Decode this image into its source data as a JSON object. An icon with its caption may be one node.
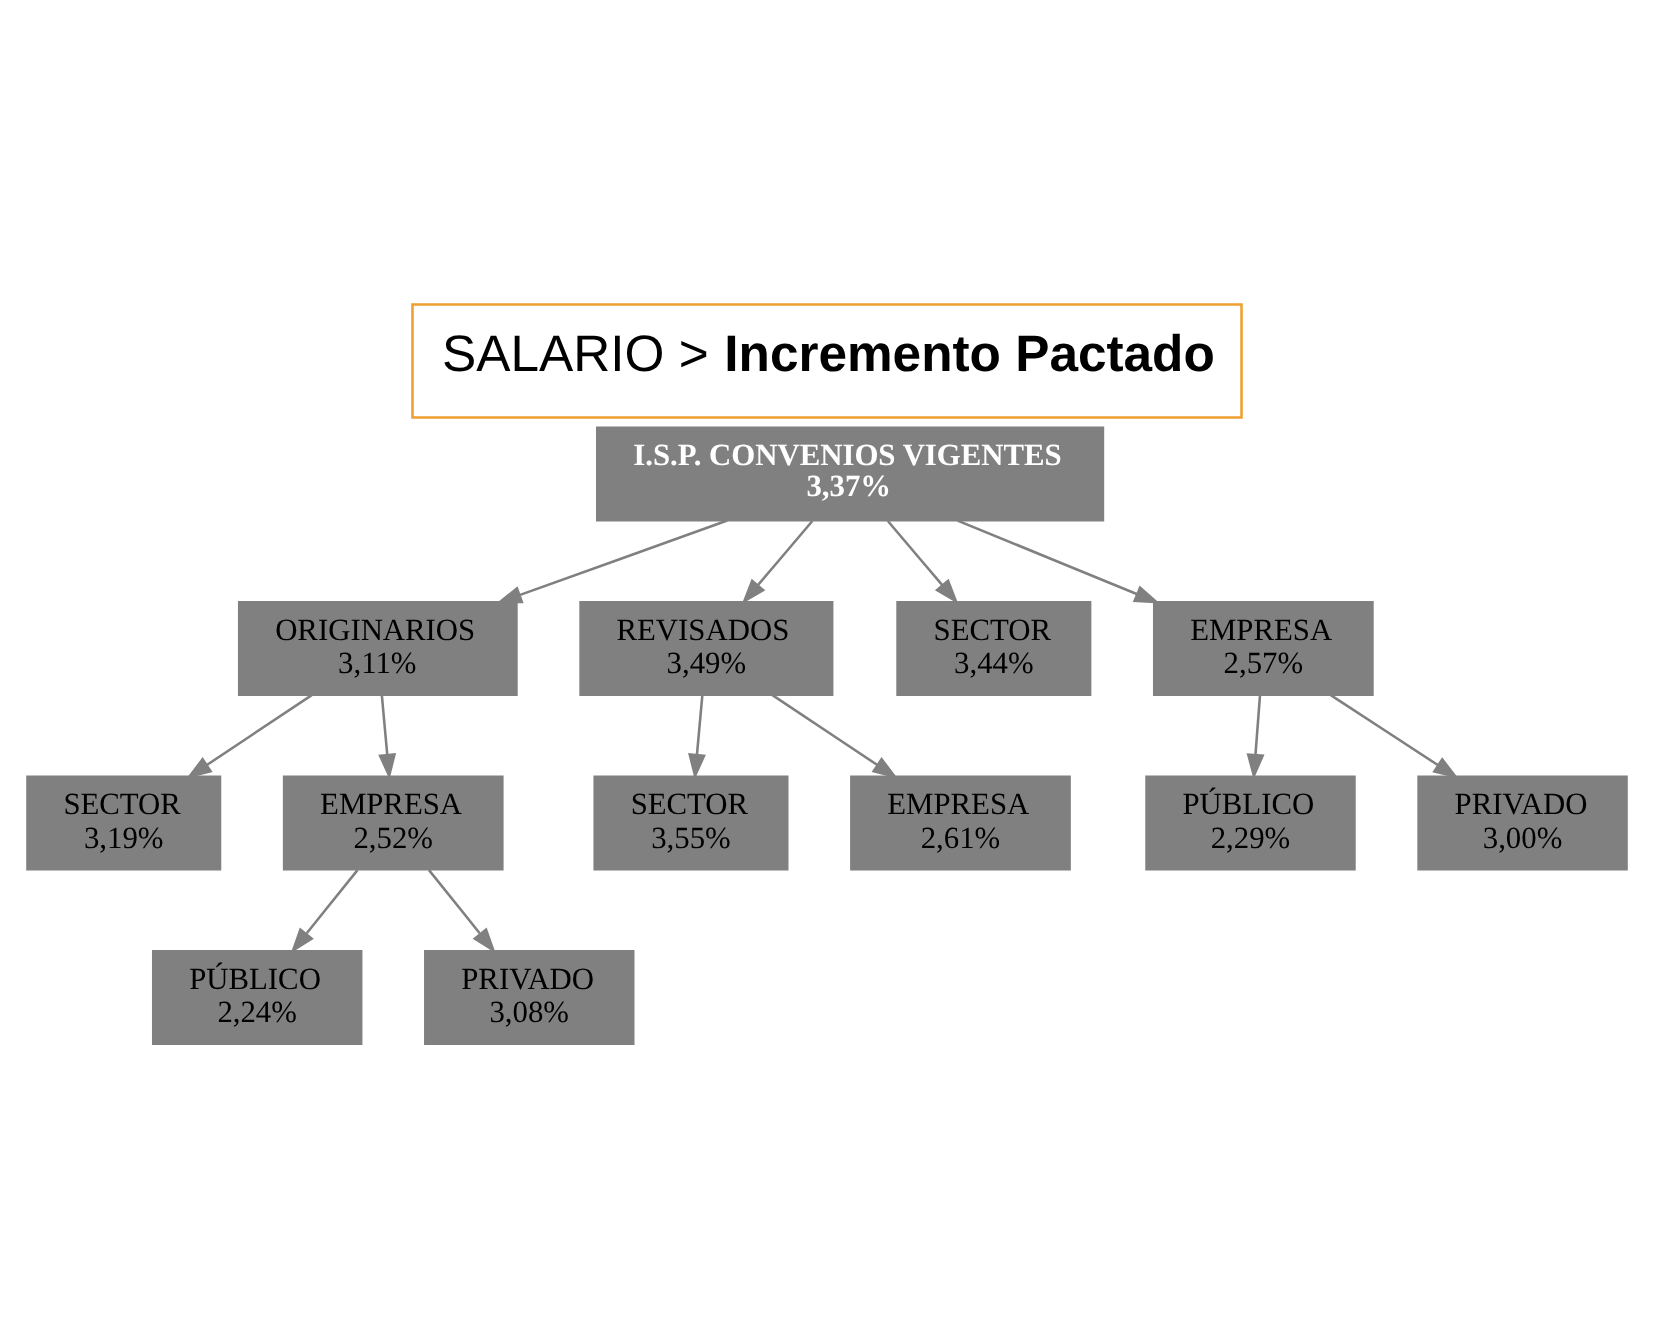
{
  "diagram": {
    "title": "SALARIO > **Incremento Pactado**",
    "nodes": [
      {
        "text": [
          "I.S.P. CONVENIOS VIGENTES",
          "3,37%"
        ]
      },
      {
        "text": [
          "ORIGINARIOS",
          "3,11%"
        ]
      },
      {
        "text": [
          "REVISADOS",
          "3,49%"
        ]
      },
      {
        "text": [
          "SECTOR",
          "3,44%"
        ]
      },
      {
        "text": [
          "EMPRESA",
          "2,57%"
        ]
      },
      {
        "text": [
          "SECTOR",
          "3,19%"
        ]
      },
      {
        "text": [
          "EMPRESA",
          "2,52%"
        ]
      },
      {
        "text": [
          "SECTOR",
          "3,55%"
        ]
      },
      {
        "text": [
          "EMPRESA",
          "2,61%"
        ]
      },
      {
        "text": [
          "PÚBLICO",
          "2,29%"
        ]
      },
      {
        "text": [
          "PRIVADO",
          "3,00%"
        ]
      },
      {
        "text": [
          "PÚBLICO",
          "2,24%"
        ]
      },
      {
        "text": [
          "PRIVADO",
          "3,08%"
        ]
      }
    ],
    "edges": [
      {
        "from": 0,
        "to": 1,
        "arrow": "to"
      },
      {
        "from": 0,
        "to": 2,
        "arrow": "to"
      },
      {
        "from": 0,
        "to": 3,
        "arrow": "to"
      },
      {
        "from": 0,
        "to": 4,
        "arrow": "to"
      },
      {
        "from": 1,
        "to": 5,
        "arrow": "to"
      },
      {
        "from": 1,
        "to": 6,
        "arrow": "to"
      },
      {
        "from": 2,
        "to": 7,
        "arrow": "to"
      },
      {
        "from": 2,
        "to": 8,
        "arrow": "to"
      },
      {
        "from": 4,
        "to": 9,
        "arrow": "to"
      },
      {
        "from": 4,
        "to": 10,
        "arrow": "to"
      },
      {
        "from": 6,
        "to": 11,
        "arrow": "to"
      },
      {
        "from": 6,
        "to": 12,
        "arrow": "to"
      }
    ]
  }
}
